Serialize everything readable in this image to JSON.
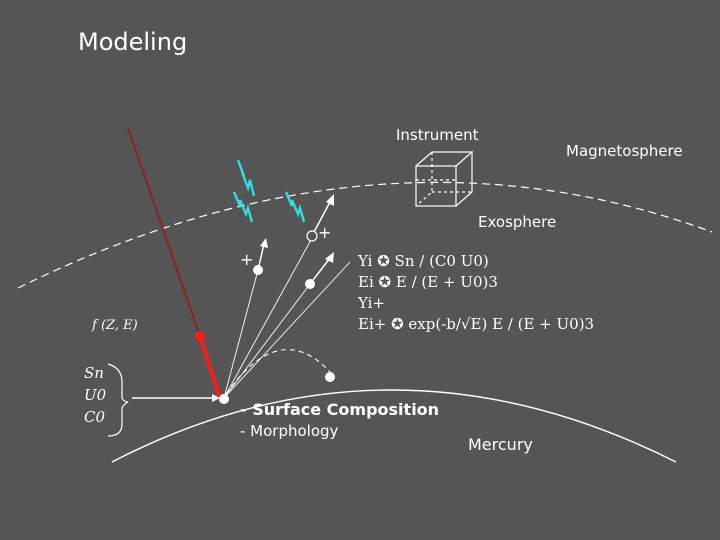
{
  "title": "Modeling",
  "labels": {
    "instrument": "Instrument",
    "magnetosphere": "Magnetosphere",
    "exosphere": "Exosphere",
    "mercury": "Mercury",
    "flux": "f (Z, E)",
    "plus_left": "+",
    "plus_top": "+"
  },
  "surface": {
    "composition": "- Surface Composition",
    "morphology": "- Morphology"
  },
  "params": [
    "Sn",
    "U0",
    "C0"
  ],
  "equations": [
    "Yi ✪ Sn / (C0 U0)",
    "Ei ✪ E / (E + U0)3",
    "Yi+",
    "Ei+ ✪ exp(-b/√E) E / (E + U0)3"
  ],
  "colors": {
    "background": "#555555",
    "foreground": "#ffffff",
    "lightning": "#33dddd",
    "incoming_ray": "#8b2222",
    "impactor": "#ff1a1a"
  },
  "icons": [
    "lightning-icon",
    "instrument-box-icon",
    "ion-particle-icon",
    "bracket-icon"
  ]
}
